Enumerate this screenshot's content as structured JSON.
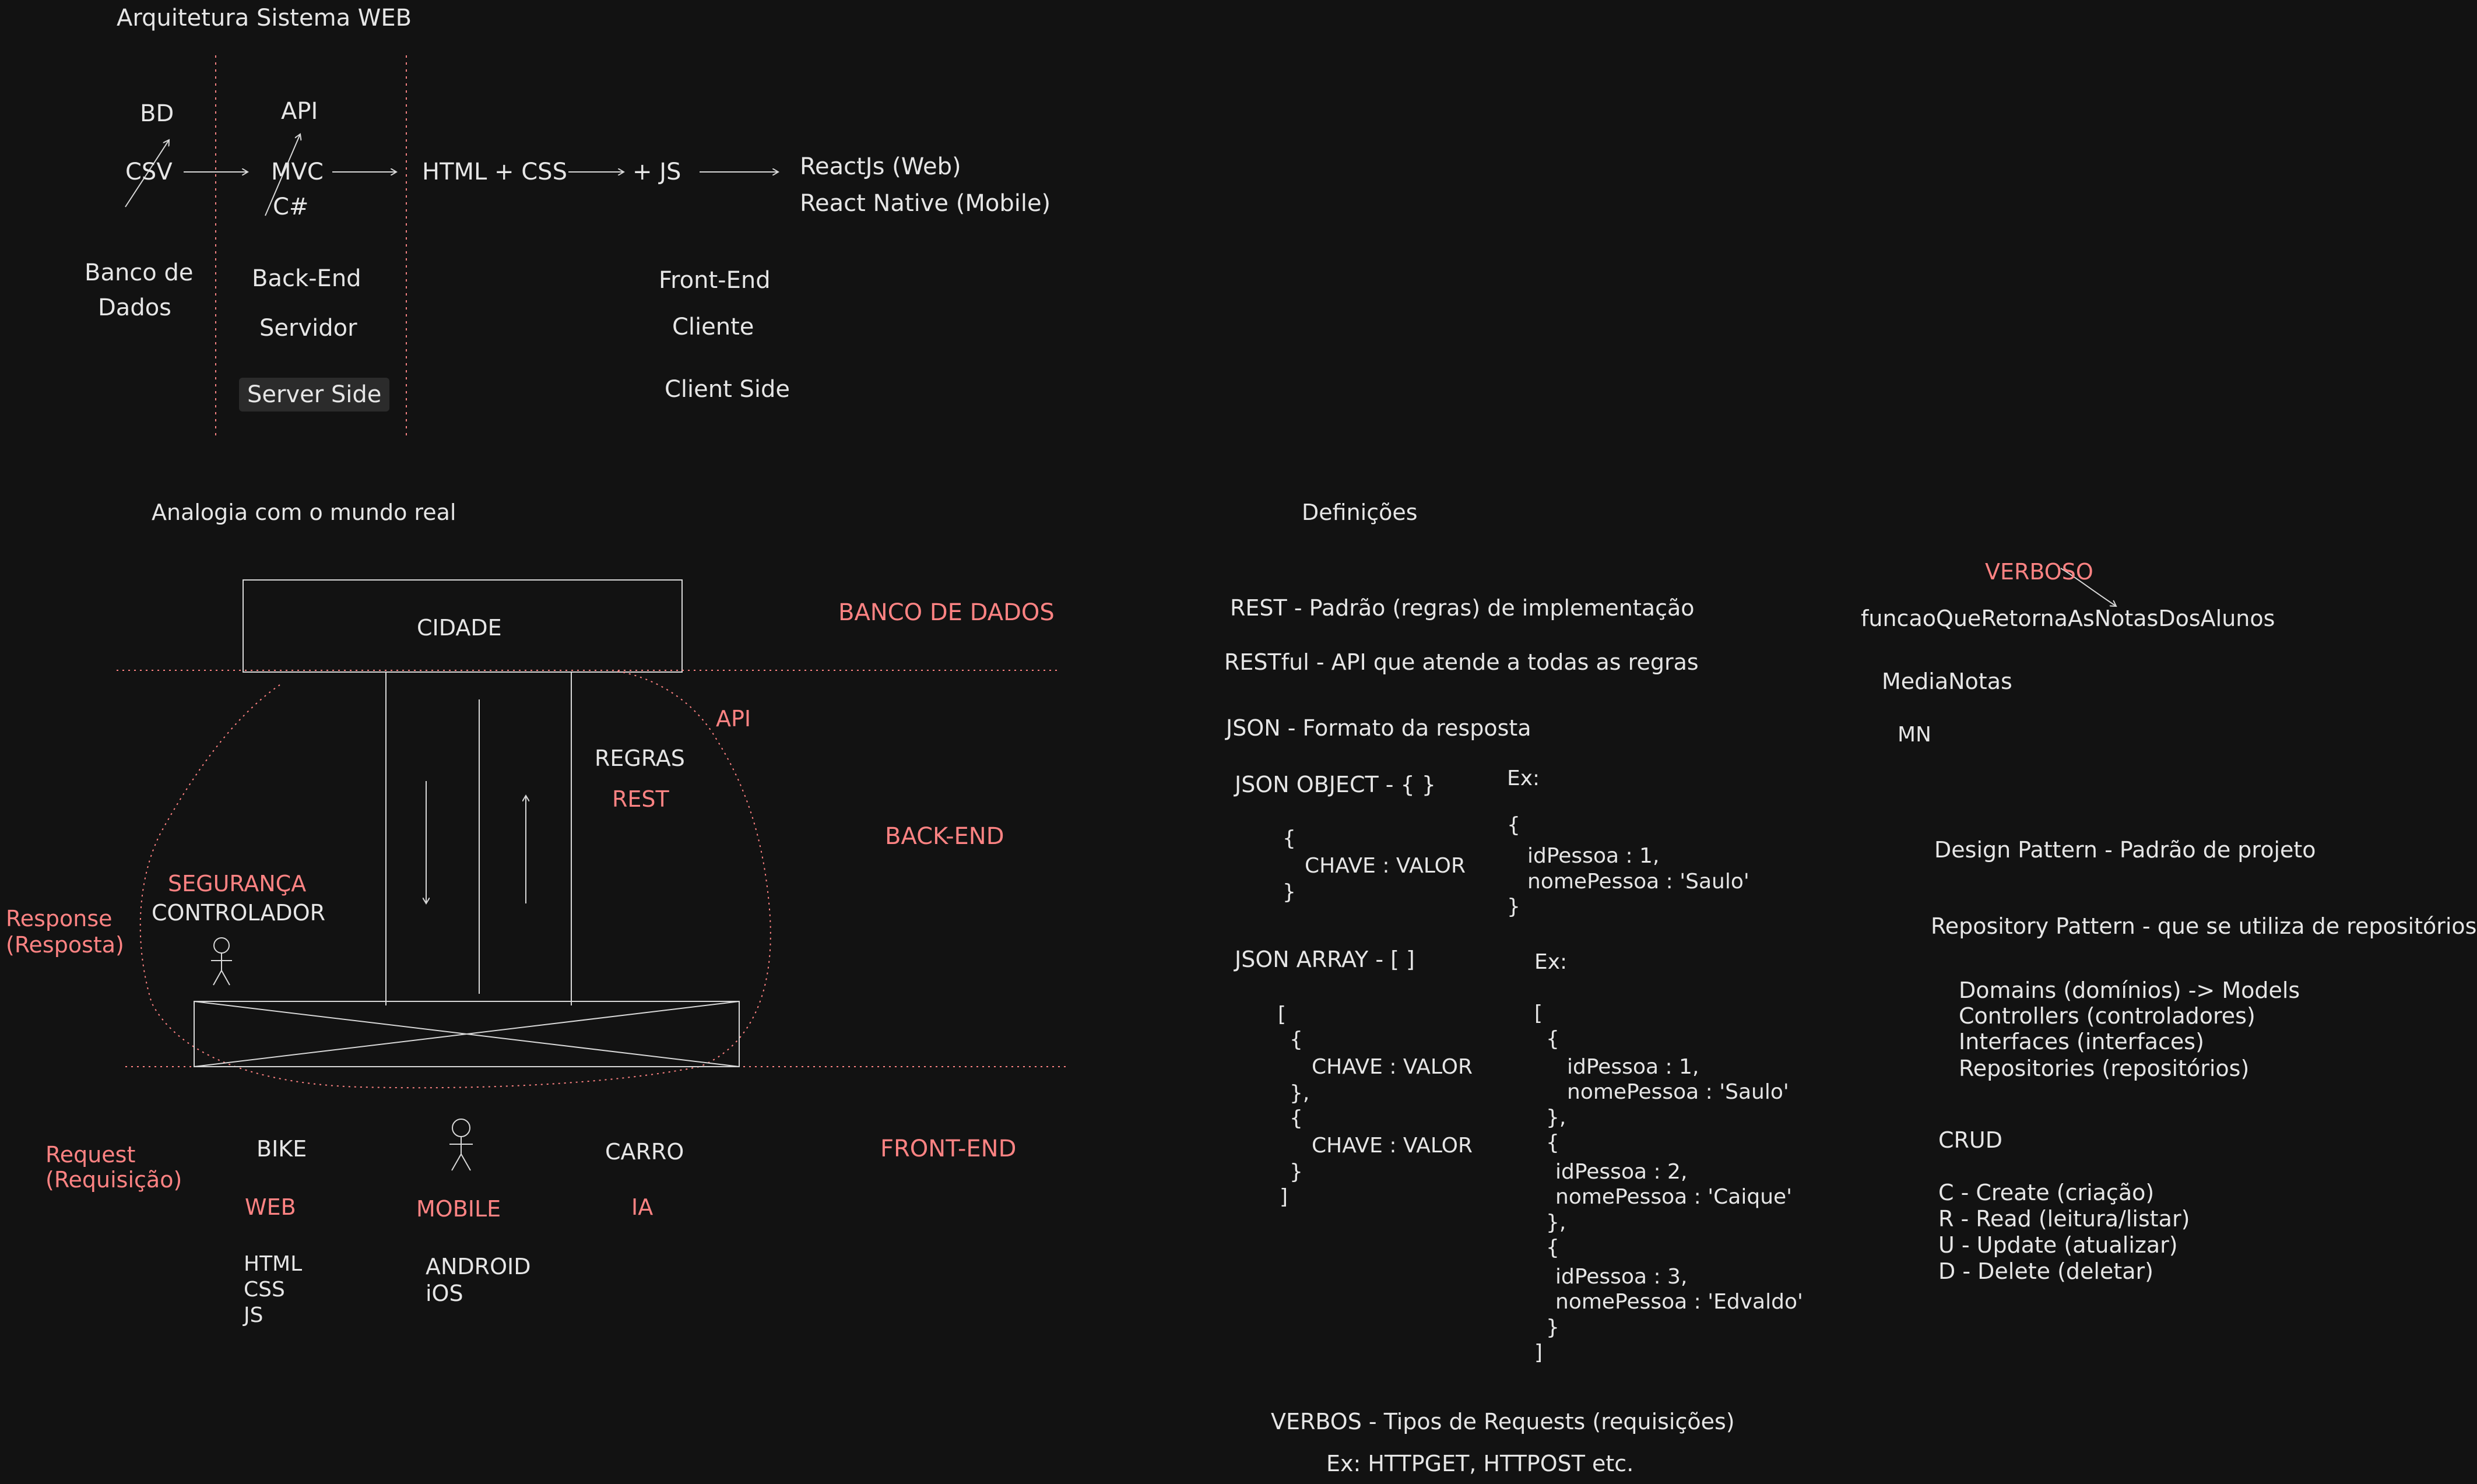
{
  "arch": {
    "title": "Arquitetura Sistema WEB",
    "bd": "BD",
    "csv": "CSV",
    "api": "API",
    "mvc": "MVC",
    "csharp": "C#",
    "html_css": "HTML + CSS",
    "js": "+ JS",
    "reactjs": "ReactJs (Web)",
    "react_native": "React Native (Mobile)",
    "banco_de": "Banco de",
    "dados": "Dados",
    "backend": "Back-End",
    "servidor": "Servidor",
    "server_side": "Server Side",
    "frontend": "Front-End",
    "cliente": "Cliente",
    "client_side": "Client Side"
  },
  "analogy": {
    "title": "Analogia com o mundo real",
    "cidade": "CIDADE",
    "banco_de_dados": "BANCO DE DADOS",
    "api": "API",
    "regras": "REGRAS",
    "rest": "REST",
    "back_end": "BACK-END",
    "seguranca": "SEGURANÇA",
    "controlador": "CONTROLADOR",
    "response": "Response",
    "resposta": "(Resposta)",
    "request": "Request",
    "requisicao": "(Requisição)",
    "bike": "BIKE",
    "carro": "CARRO",
    "front_end": "FRONT-END",
    "web": "WEB",
    "mobile": "MOBILE",
    "ia": "IA",
    "html": "HTML",
    "css": "CSS",
    "js": "JS",
    "android": "ANDROID",
    "ios": "iOS"
  },
  "defs": {
    "title": "Definições",
    "rest": "REST - Padrão (regras) de implementação",
    "restful": "RESTful - API que atende a todas as regras",
    "json": "JSON - Formato da resposta",
    "json_object": "JSON OBJECT - { }",
    "ex1": "Ex:",
    "obj_open": "{",
    "chave_valor": "CHAVE : VALOR",
    "obj_close": "}",
    "ex_obj_open": "{",
    "id1": "idPessoa : 1,",
    "nome1": "nomePessoa : 'Saulo'",
    "ex_obj_close": "}",
    "json_array": "JSON ARRAY - [ ]",
    "ex2": "Ex:",
    "arr_open": "[",
    "arr_item_open": "{",
    "arr_chave_valor": "CHAVE : VALOR",
    "arr_item_close": "},",
    "arr_item2_open": "{",
    "arr_chave_valor2": "CHAVE : VALOR",
    "arr_item2_close": "}",
    "arr_close": "]",
    "ex_arr_open": "[",
    "e_open1": "{",
    "e_id1": "idPessoa : 1,",
    "e_nome1": "nomePessoa : 'Saulo'",
    "e_close1": "},",
    "e_open2": "{",
    "e_id2": "idPessoa : 2,",
    "e_nome2": "nomePessoa : 'Caique'",
    "e_close2": "},",
    "e_open3": "{",
    "e_id3": "idPessoa : 3,",
    "e_nome3": "nomePessoa : 'Edvaldo'",
    "e_close3": "}",
    "ex_arr_close": "]",
    "verbos": "VERBOS - Tipos de Requests (requisições)",
    "verbos_ex": "Ex: HTTPGET, HTTPOST etc."
  },
  "right": {
    "verboso": "VERBOSO",
    "funcao": "funcaoQueRetornaAsNotasDosAlunos",
    "media": "MediaNotas",
    "mn": "MN",
    "design": "Design Pattern - Padrão de projeto",
    "repository": "Repository Pattern - que se utiliza de repositórios",
    "domains": "Domains (domínios) -> Models",
    "controllers": "Controllers (controladores)",
    "interfaces": "Interfaces (interfaces)",
    "repositories": "Repositories (repositórios)",
    "crud": "CRUD",
    "c": "C - Create (criação)",
    "r": "R - Read (leitura/listar)",
    "u": "U - Update (atualizar)",
    "d": "D - Delete (deletar)"
  },
  "colors": {
    "background": "#121212",
    "text": "#e6e6e6",
    "accent": "#ff8383"
  }
}
